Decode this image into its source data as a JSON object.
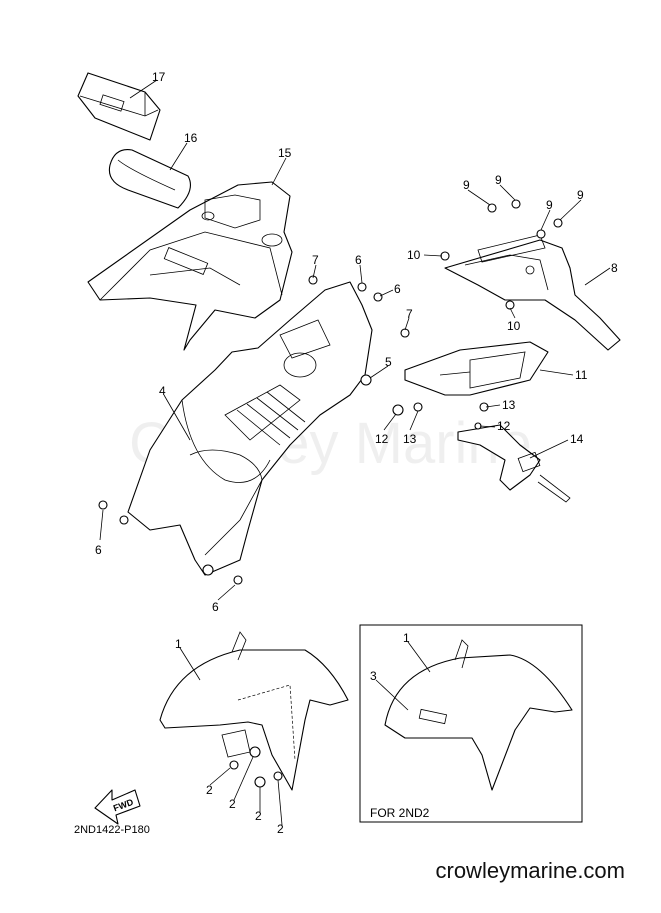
{
  "watermark": "Crowley Marine",
  "drawing_code": "2ND1422-P180",
  "inset_label": "FOR 2ND2",
  "fwd_label": "FWD",
  "site_url": "crowleymarine.com",
  "callouts": [
    {
      "id": "c17",
      "text": "17"
    },
    {
      "id": "c16",
      "text": "16"
    },
    {
      "id": "c15",
      "text": "15"
    },
    {
      "id": "c7a",
      "text": "7"
    },
    {
      "id": "c6a",
      "text": "6"
    },
    {
      "id": "c6b",
      "text": "6"
    },
    {
      "id": "c7b",
      "text": "7"
    },
    {
      "id": "c5",
      "text": "5"
    },
    {
      "id": "c4",
      "text": "4"
    },
    {
      "id": "c6c",
      "text": "6"
    },
    {
      "id": "c6d",
      "text": "6"
    },
    {
      "id": "c9a",
      "text": "9"
    },
    {
      "id": "c9b",
      "text": "9"
    },
    {
      "id": "c9c",
      "text": "9"
    },
    {
      "id": "c9d",
      "text": "9"
    },
    {
      "id": "c10a",
      "text": "10"
    },
    {
      "id": "c10b",
      "text": "10"
    },
    {
      "id": "c8",
      "text": "8"
    },
    {
      "id": "c11",
      "text": "11"
    },
    {
      "id": "c13a",
      "text": "13"
    },
    {
      "id": "c12a",
      "text": "12"
    },
    {
      "id": "c12b",
      "text": "12"
    },
    {
      "id": "c13b",
      "text": "13"
    },
    {
      "id": "c14",
      "text": "14"
    },
    {
      "id": "c1a",
      "text": "1"
    },
    {
      "id": "c2a",
      "text": "2"
    },
    {
      "id": "c2b",
      "text": "2"
    },
    {
      "id": "c2c",
      "text": "2"
    },
    {
      "id": "c2d",
      "text": "2"
    },
    {
      "id": "c1b",
      "text": "1"
    },
    {
      "id": "c3",
      "text": "3"
    }
  ]
}
